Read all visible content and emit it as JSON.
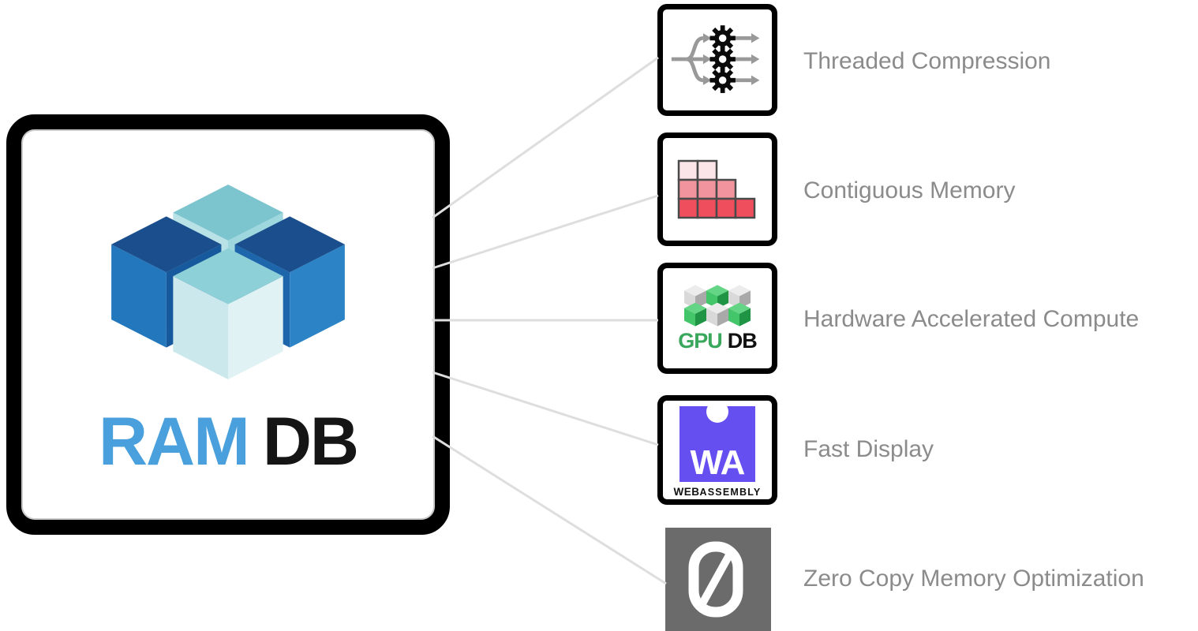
{
  "logo": {
    "title_part1": "RAM",
    "title_part2": "DB",
    "accent_color": "#49a0dc",
    "text_color": "#151515"
  },
  "features": [
    {
      "label": "Threaded Compression"
    },
    {
      "label": "Contiguous Memory"
    },
    {
      "label": "Hardware Accelerated Compute",
      "icon_text_1": "GPU",
      "icon_text_2": "DB"
    },
    {
      "label": "Fast Display",
      "icon_text_1": "WA",
      "icon_text_2": "WEB",
      "icon_text_3": "ASSEMBLY"
    },
    {
      "label": "Zero Copy Memory Optimization"
    }
  ],
  "colors": {
    "connector_line": "#dedede",
    "label_gray": "#8b8b8b",
    "memory_block_light": "#fbe5e9",
    "memory_block_mid": "#f1949d",
    "memory_block_dark": "#ef4f5c",
    "gpu_green": "#3aa85c",
    "webassembly_purple": "#654ff0",
    "zero_copy_gray": "#6b6b6b",
    "cube_blue": "#2c84c6",
    "cube_navy": "#1a4e8c",
    "cube_teal": "#7cc5cf"
  }
}
